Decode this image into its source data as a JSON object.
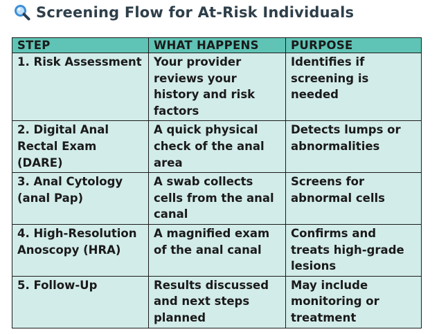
{
  "title": {
    "icon": "magnifying-glass-icon",
    "text": "Screening Flow for At-Risk Individuals"
  },
  "colors": {
    "header_bg": "#5fc4b5",
    "row_bg": "#d2ece9",
    "title_text": "#2e3f4a",
    "icon_lens": "#3d8fd6"
  },
  "table": {
    "headers": [
      "STEP",
      "WHAT HAPPENS",
      "PURPOSE"
    ],
    "rows": [
      {
        "step": "1. Risk Assessment",
        "what": "Your provider reviews your history and risk factors",
        "purpose": "Identifies if screening is needed"
      },
      {
        "step": "2. Digital Anal Rectal Exam (DARE)",
        "what": "A quick physical check of the anal area",
        "purpose": "Detects lumps or abnormalities"
      },
      {
        "step": "3. Anal Cytology (anal Pap)",
        "what": "A swab collects cells from the anal canal",
        "purpose": "Screens for abnormal cells"
      },
      {
        "step": "4. High-Resolution Anoscopy (HRA)",
        "what": "A magnified exam of the anal canal",
        "purpose": "Confirms and treats high-grade lesions"
      },
      {
        "step": "5. Follow-Up",
        "what": "Results discussed and next steps planned",
        "purpose": "May include monitoring or treatment"
      }
    ]
  }
}
